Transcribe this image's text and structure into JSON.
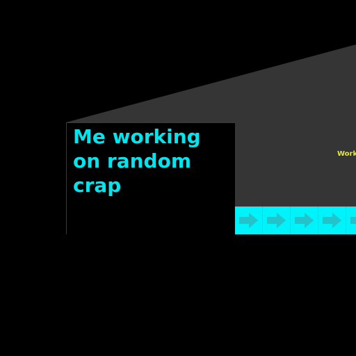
{
  "caption": {
    "text": "Me working on random crap"
  },
  "wall_label": {
    "text": "Work"
  },
  "arrow_strip": {
    "icon": "arrow-right-icon",
    "count": 5
  },
  "colors": {
    "background": "#000000",
    "wall": "#353535",
    "caption_text": "#00e5ee",
    "strip": "#00f2fb",
    "arrow": "#22c4cb",
    "label": "#e8e82a"
  }
}
